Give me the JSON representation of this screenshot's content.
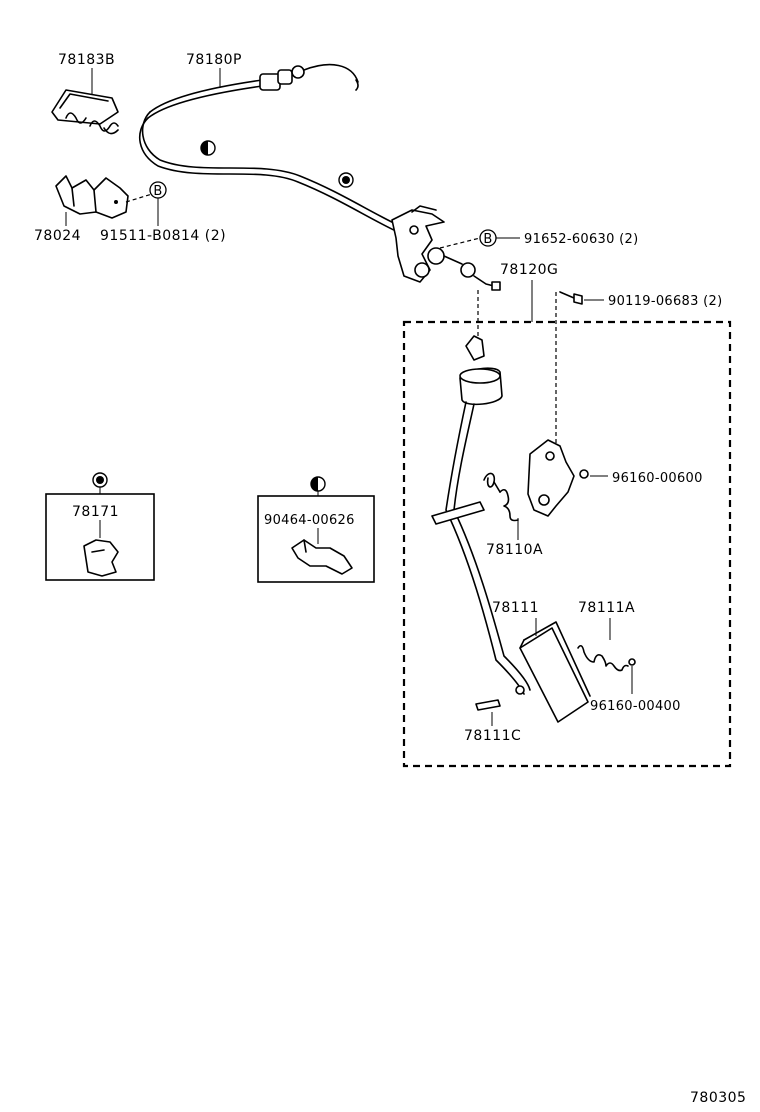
{
  "parts": {
    "bracket_78183B": "78183B",
    "cable_78180P": "78180P",
    "clamp_78024": "78024",
    "bolt_91511": "91511-B0814 (2)",
    "bolt_91652": "91652-60630 (2)",
    "pedal_assembly_78120G": "78120G",
    "screw_90119": "90119-06683 (2)",
    "clip_78171": "78171",
    "clip_90464": "90464-00626",
    "nut_96160_600": "96160-00600",
    "spring_78110A": "78110A",
    "pad_78111": "78111",
    "spring_78111A": "78111A",
    "nut_96160_400": "96160-00400",
    "pin_78111C": "78111C"
  },
  "symbols": {
    "bolt_marker": "B"
  },
  "figure_number": "780305"
}
